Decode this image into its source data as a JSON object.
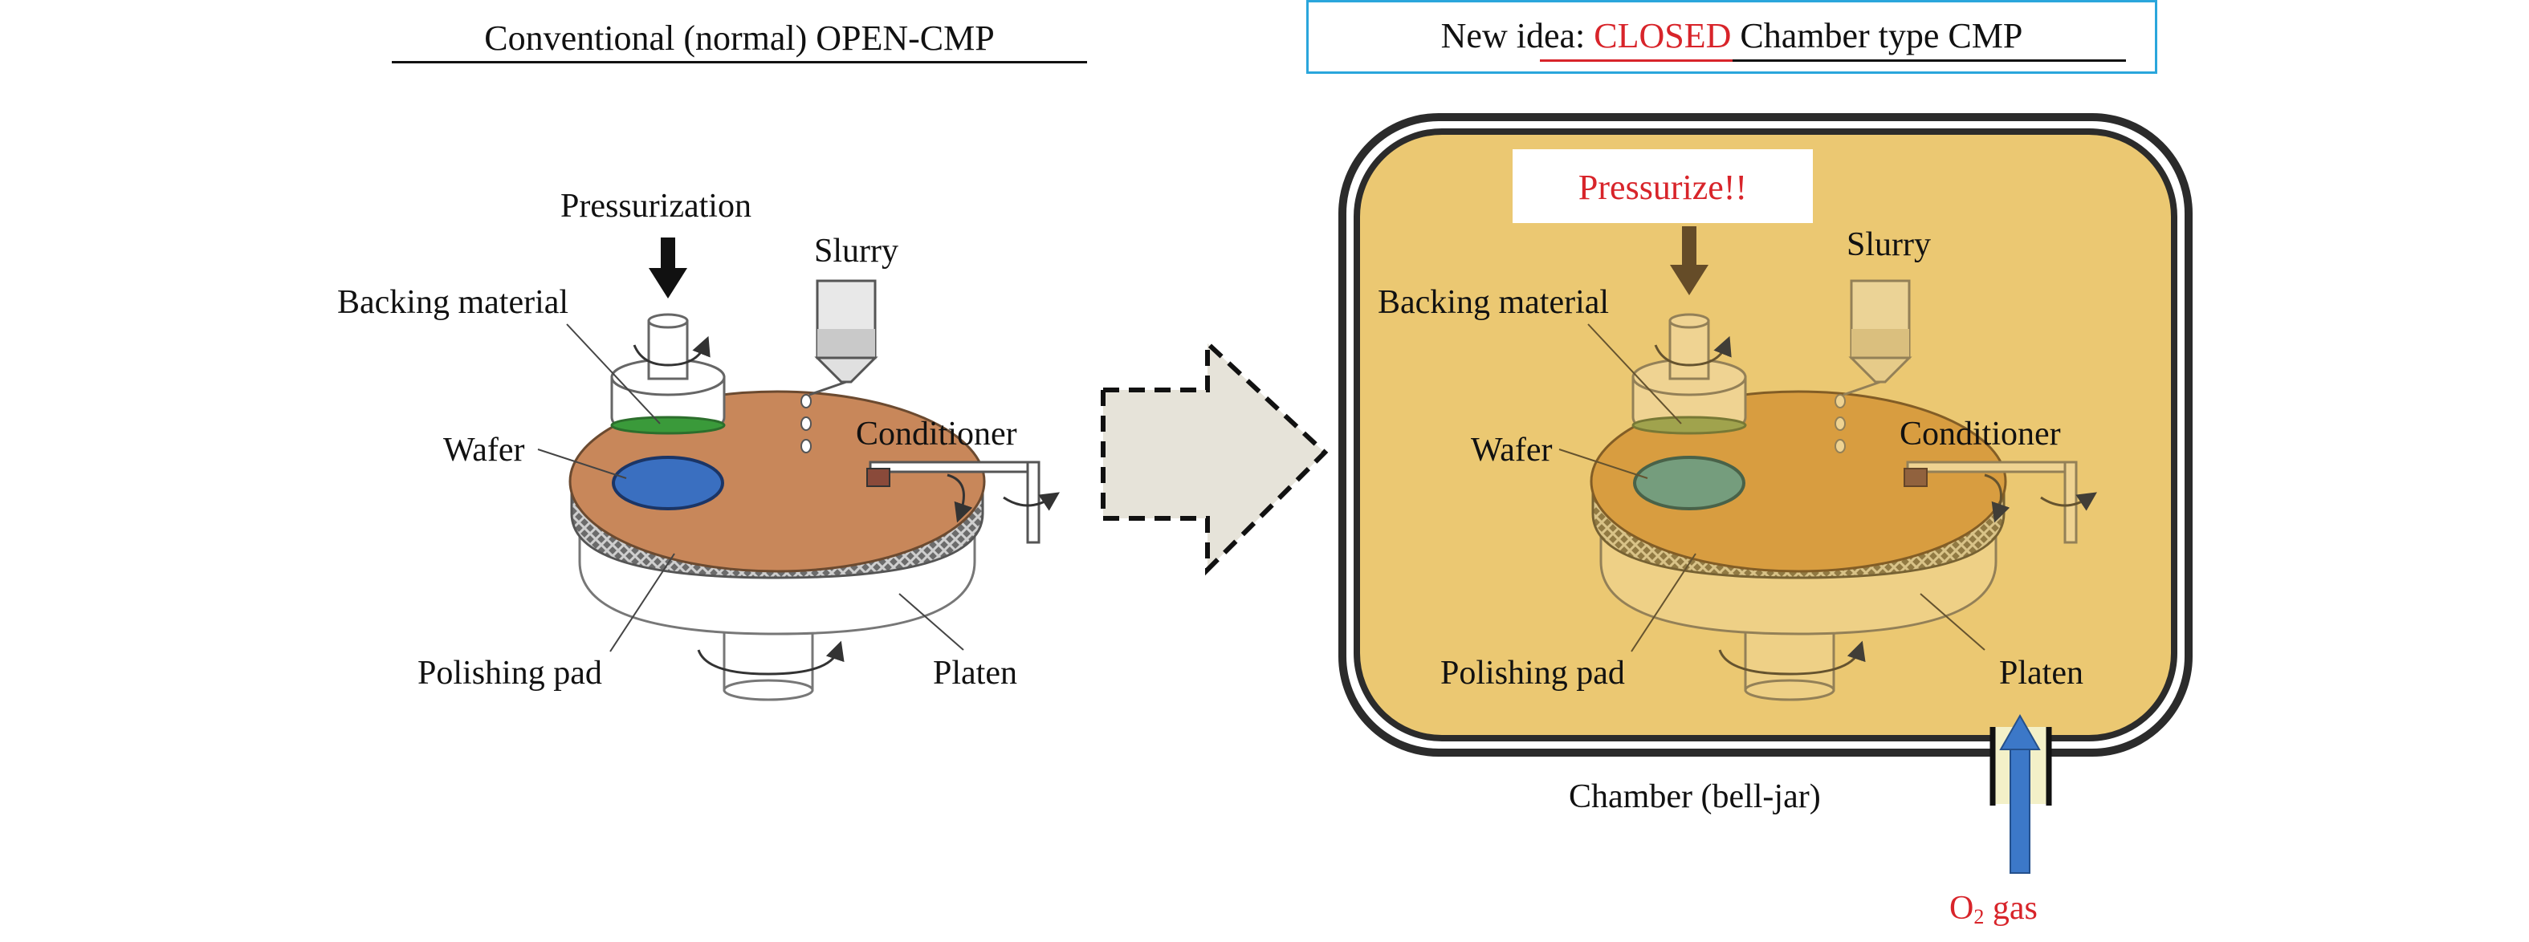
{
  "left_panel": {
    "title": "Conventional (normal) OPEN-CMP",
    "labels": {
      "pressurization": "Pressurization",
      "slurry": "Slurry",
      "backing_material": "Backing material",
      "wafer": "Wafer",
      "conditioner": "Conditioner",
      "polishing_pad": "Polishing pad",
      "platen": "Platen"
    }
  },
  "right_panel": {
    "title_prefix": "New idea: ",
    "title_highlight": "CLOSED",
    "title_suffix": " Chamber type CMP",
    "pressurize_callout": "Pressurize!!",
    "labels": {
      "slurry": "Slurry",
      "backing_material": "Backing material",
      "wafer": "Wafer",
      "conditioner": "Conditioner",
      "polishing_pad": "Polishing pad",
      "platen": "Platen",
      "chamber": "Chamber (bell-jar)"
    },
    "gas_label_main": "O",
    "gas_label_sub": "2",
    "gas_label_suffix": " gas"
  },
  "colors": {
    "pad_open": "#c8875a",
    "pad_closed": "#d79a3c",
    "chamber_fill": "#ebc872",
    "wafer_open": "#3a6fc0",
    "wafer_closed": "#6b9a7e",
    "title_box_border": "#2aa6dc",
    "highlight_red": "#d8242a",
    "gas_arrow": "#3c78c8",
    "arrow_fill": "#e6e3d9"
  }
}
